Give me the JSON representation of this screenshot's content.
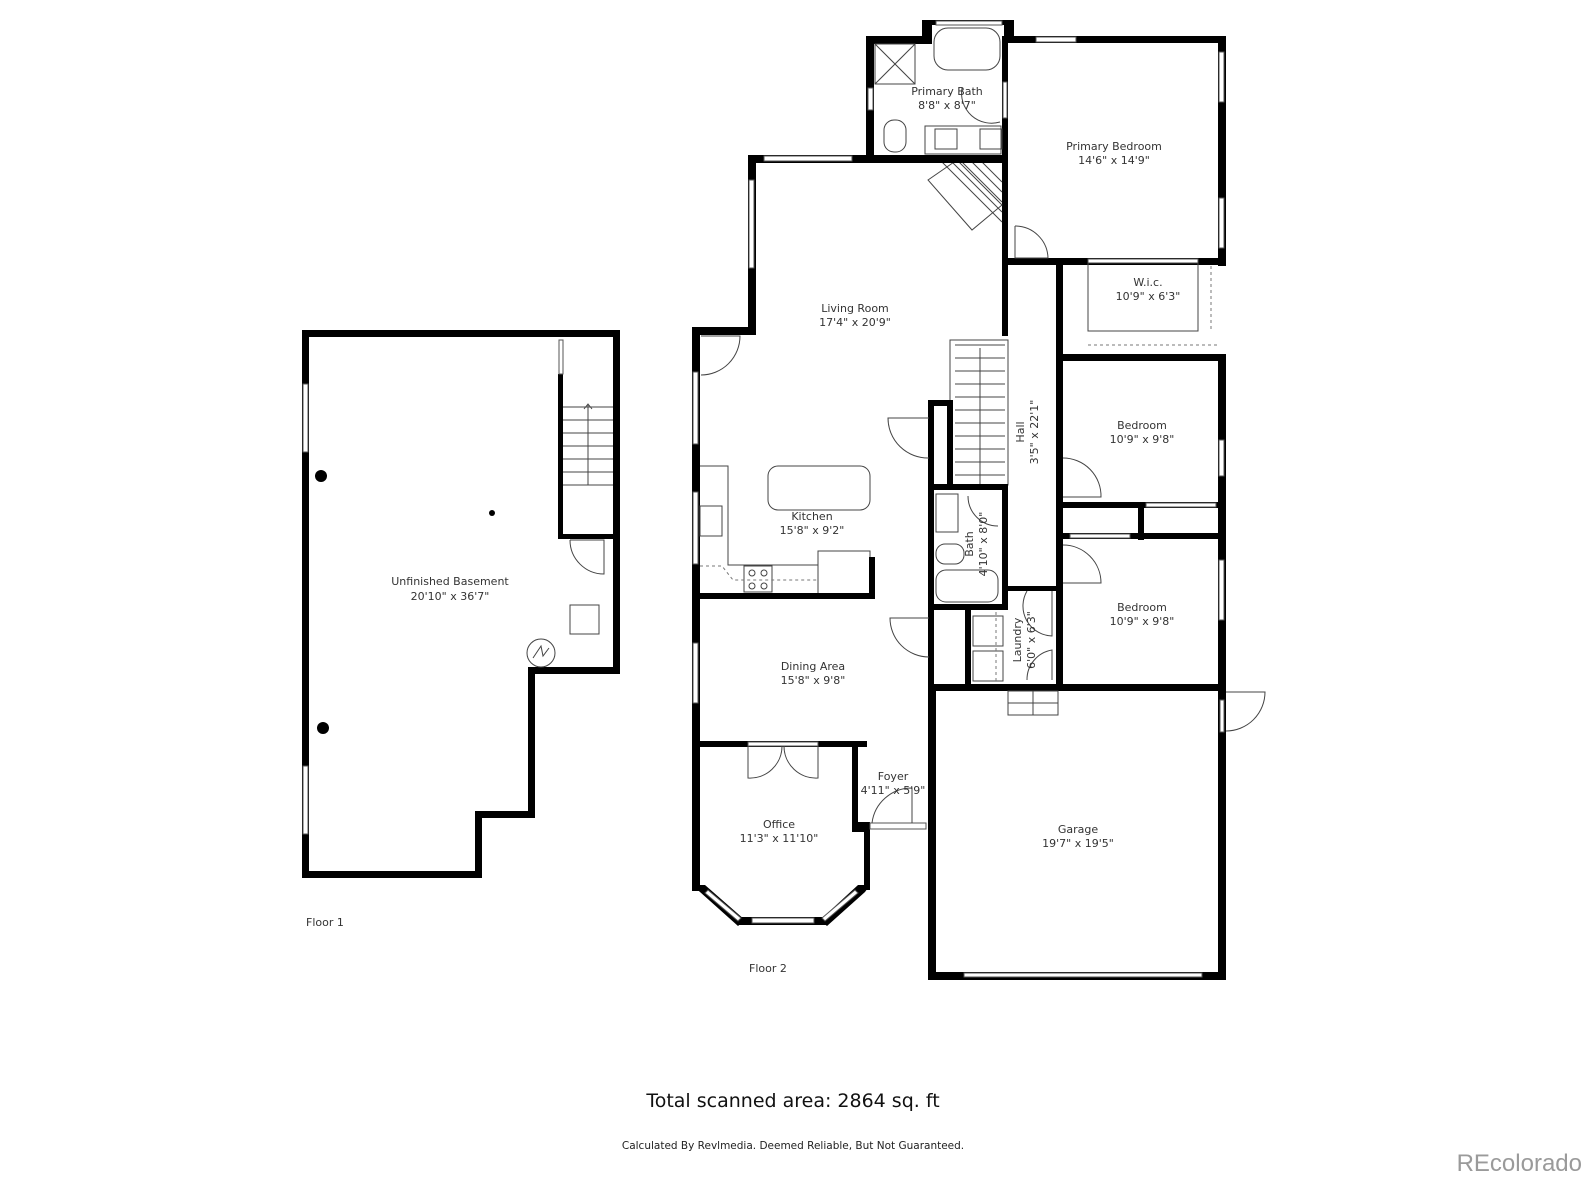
{
  "floors": [
    {
      "label": "Floor 1",
      "rooms": [
        {
          "name": "Unfinished Basement",
          "dimensions": "20'10\" x 36'7\""
        }
      ]
    },
    {
      "label": "Floor 2",
      "rooms": [
        {
          "name": "Primary Bath",
          "dimensions": "8'8\" x 8'7\""
        },
        {
          "name": "Primary Bedroom",
          "dimensions": "14'6\" x 14'9\""
        },
        {
          "name": "W.i.c.",
          "dimensions": "10'9\" x 6'3\""
        },
        {
          "name": "Living Room",
          "dimensions": "17'4\" x 20'9\""
        },
        {
          "name": "Hall",
          "dimensions": "3'5\" x 22'1\""
        },
        {
          "name": "Bedroom",
          "dimensions": "10'9\" x 9'8\""
        },
        {
          "name": "Kitchen",
          "dimensions": "15'8\" x 9'2\""
        },
        {
          "name": "Bath",
          "dimensions": "4'10\" x 8'0\""
        },
        {
          "name": "Bedroom",
          "dimensions": "10'9\" x 9'8\""
        },
        {
          "name": "Laundry",
          "dimensions": "6'0\" x 6'3\""
        },
        {
          "name": "Dining Area",
          "dimensions": "15'8\" x 9'8\""
        },
        {
          "name": "Foyer",
          "dimensions": "4'11\" x 5'9\""
        },
        {
          "name": "Office",
          "dimensions": "11'3\" x 11'10\""
        },
        {
          "name": "Garage",
          "dimensions": "19'7\" x 19'5\""
        }
      ]
    }
  ],
  "footer": {
    "total_area": "Total scanned area: 2864 sq. ft",
    "disclaimer": "Calculated By Revlmedia. Deemed Reliable, But Not Guaranteed.",
    "watermark": "REcolorado"
  },
  "colors": {
    "wall": "#000000",
    "background": "#ffffff",
    "label": "#333333",
    "watermark": "#9a9a9a"
  }
}
